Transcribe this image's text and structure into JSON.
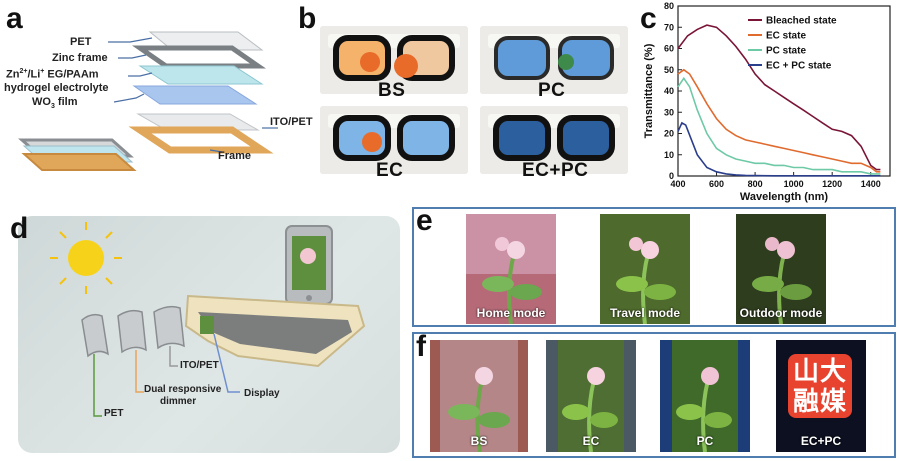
{
  "panel_labels": {
    "a": "a",
    "b": "b",
    "c": "c",
    "d": "d",
    "e": "e",
    "f": "f"
  },
  "panel_a": {
    "pet": "PET",
    "zinc_frame": "Zinc frame",
    "electrolyte_line1_base": "Zn",
    "electrolyte_line1_sup1": "2+",
    "electrolyte_line1_mid": "/Li",
    "electrolyte_line1_sup2": "+",
    "electrolyte_line1_tail": " EG/PAAm",
    "electrolyte_line2": "hydrogel electrolyte",
    "wo3_base": "WO",
    "wo3_sub": "3",
    "wo3_tail": " film",
    "ito_pet": "ITO/PET",
    "frame": "Frame"
  },
  "panel_b": {
    "captions": [
      "BS",
      "PC",
      "EC",
      "EC+PC"
    ]
  },
  "panel_d": {
    "pet": "PET",
    "dimmer_line1": "Dual responsive",
    "dimmer_line2": "dimmer",
    "ito_pet": "ITO/PET",
    "display": "Display"
  },
  "panel_e": {
    "captions": [
      "Home mode",
      "Travel mode",
      "Outdoor mode"
    ]
  },
  "panel_f": {
    "captions": [
      "BS",
      "EC",
      "PC",
      "EC+PC"
    ],
    "logo_text": "山大融媒"
  },
  "chart_data": {
    "type": "line",
    "xlabel": "Wavelength (nm)",
    "ylabel": "Transmittance (%)",
    "xlim": [
      400,
      1500
    ],
    "ylim": [
      0,
      80
    ],
    "xticks": [
      400,
      600,
      800,
      1000,
      1200,
      1400
    ],
    "yticks": [
      0,
      10,
      20,
      30,
      40,
      50,
      60,
      70,
      80
    ],
    "legend_position": "top-right",
    "series": [
      {
        "name": "Bleached state",
        "color": "#7a1538",
        "x": [
          400,
          450,
          500,
          550,
          600,
          650,
          700,
          750,
          800,
          850,
          900,
          950,
          1000,
          1050,
          1100,
          1150,
          1200,
          1250,
          1300,
          1350,
          1400,
          1430,
          1450
        ],
        "y": [
          60,
          66,
          69,
          71,
          70,
          66,
          61,
          55,
          48,
          43,
          40,
          37,
          34,
          31,
          28,
          25,
          22,
          21,
          19,
          14,
          5,
          3,
          3
        ]
      },
      {
        "name": "EC state",
        "color": "#e06b2f",
        "x": [
          400,
          430,
          460,
          500,
          550,
          600,
          650,
          700,
          750,
          800,
          850,
          900,
          950,
          1000,
          1050,
          1100,
          1150,
          1200,
          1250,
          1300,
          1350,
          1400,
          1430,
          1450
        ],
        "y": [
          48,
          50,
          48,
          42,
          34,
          27,
          22,
          19,
          17,
          16,
          15,
          14,
          13,
          12,
          11,
          10,
          9,
          8,
          7,
          6,
          6,
          4,
          2,
          2
        ]
      },
      {
        "name": "PC state",
        "color": "#6ec9a6",
        "x": [
          400,
          430,
          460,
          500,
          550,
          600,
          650,
          700,
          750,
          800,
          850,
          900,
          950,
          1000,
          1050,
          1100,
          1150,
          1200,
          1250,
          1300,
          1350,
          1400,
          1430,
          1450
        ],
        "y": [
          42,
          46,
          42,
          31,
          20,
          13,
          10,
          8,
          7,
          6,
          6,
          5,
          5,
          4,
          4,
          3,
          3,
          3,
          2,
          2,
          2,
          1,
          1,
          1
        ]
      },
      {
        "name": "EC + PC state",
        "color": "#2b3e8c",
        "x": [
          400,
          420,
          440,
          470,
          500,
          550,
          600,
          650,
          700,
          750,
          800,
          900,
          1000,
          1100,
          1200,
          1300,
          1400,
          1450
        ],
        "y": [
          21,
          25,
          24,
          17,
          10,
          4,
          2,
          1,
          0.5,
          0.3,
          0.2,
          0.1,
          0.1,
          0.1,
          0.1,
          0.1,
          0.1,
          0.1
        ]
      }
    ]
  },
  "colors": {
    "frame_border": "#4f7db0",
    "panel_d_bg": "#d9e2e1"
  }
}
